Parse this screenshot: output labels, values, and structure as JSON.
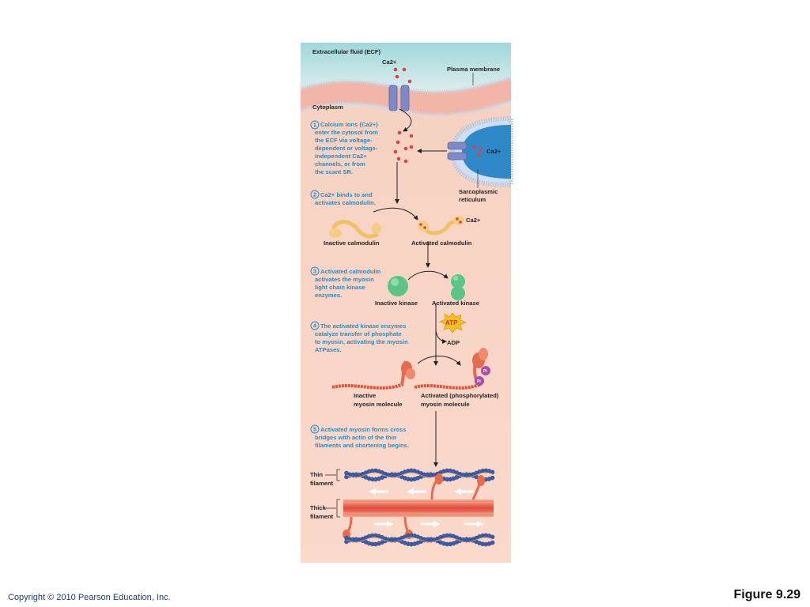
{
  "figure": {
    "ecf_label": "Extracellular fluid (ECF)",
    "ca_top_label": "Ca2+",
    "plasma_membrane_label": "Plasma membrane",
    "cytoplasm_label": "Cytoplasm",
    "sr_ca_label": "Ca2+",
    "sr_label_line1": "Sarcoplasmic",
    "sr_label_line2": "reticulum",
    "calmodulin_ca_label": "Ca2+",
    "inactive_calmodulin_label": "Inactive calmodulin",
    "activated_calmodulin_label": "Activated calmodulin",
    "inactive_kinase_label": "Inactive kinase",
    "activated_kinase_label": "Activated kinase",
    "atp_label": "ATP",
    "adp_label": "ADP",
    "pi_label": "Pi",
    "inactive_myosin_line1": "Inactive",
    "inactive_myosin_line2": "myosin molecule",
    "activated_myosin_line1": "Activated (phosphorylated)",
    "activated_myosin_line2": "myosin molecule",
    "thin_filament_line1": "Thin",
    "thin_filament_line2": "filament",
    "thick_filament_line1": "Thick",
    "thick_filament_line2": "filament"
  },
  "steps": [
    {
      "number": "1",
      "lines": [
        "Calcium ions (Ca2+)",
        "enter the cytosol from",
        "the ECF via voltage-",
        "dependent or voltage-",
        "independent Ca2+",
        "channels, or from",
        "the scant SR."
      ]
    },
    {
      "number": "2",
      "lines": [
        "Ca2+ binds to and",
        "activates calmodulin."
      ]
    },
    {
      "number": "3",
      "lines": [
        "Activated calmodulin",
        "activates the myosin",
        "light chain kinase",
        "enzymes."
      ]
    },
    {
      "number": "4",
      "lines": [
        "The activated kinase enzymes",
        "catalyze transfer of phosphate",
        "to myosin, activating the myosin",
        "ATPases."
      ]
    },
    {
      "number": "5",
      "lines": [
        "Activated myosin forms cross",
        "bridges with actin of the thin",
        "filaments and shortening begins."
      ]
    }
  ],
  "footer": {
    "copyright": "Copyright © 2010 Pearson Education, Inc.",
    "figure_number": "Figure 9.29"
  },
  "colors": {
    "ecf_top": "#8fd0d6",
    "cytoplasm": "#f7c9b6",
    "membrane": "#e89a9a",
    "channel": "#8a93c9",
    "calcium": "#d9434b",
    "calmodulin": "#f0c070",
    "kinase": "#5fc88a",
    "myosin": "#e86a4e",
    "actin": "#3b5ea8",
    "step_text": "#2a8ac4",
    "atp": "#f2c21b"
  }
}
